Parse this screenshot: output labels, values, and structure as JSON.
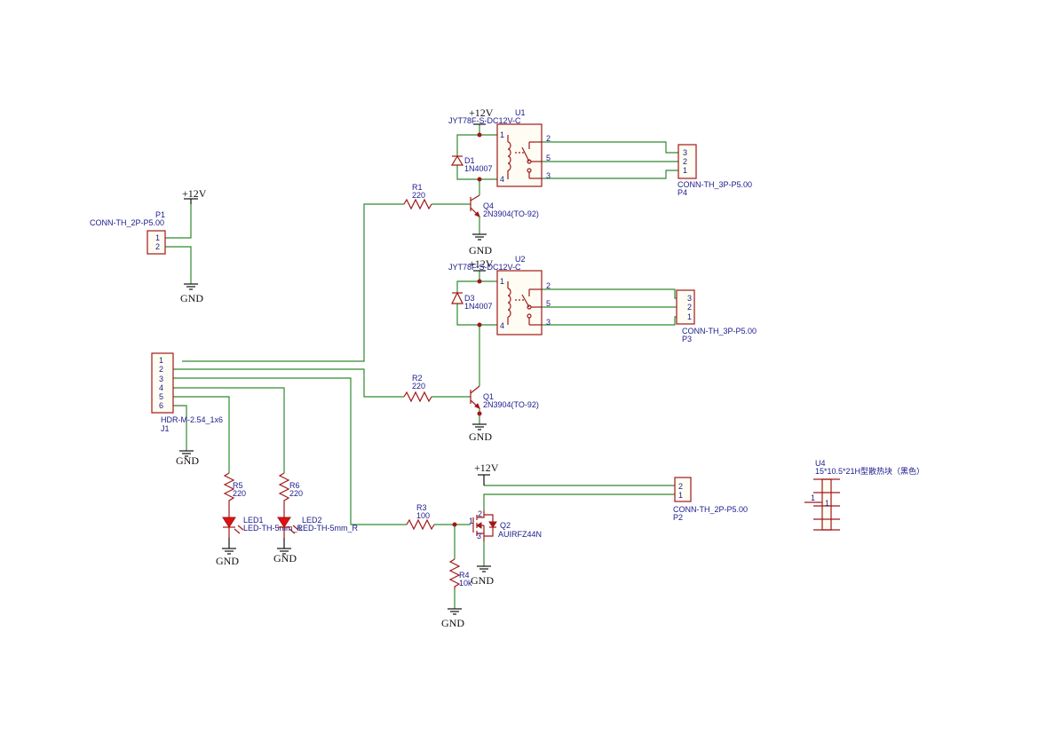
{
  "power": {
    "v12": "+12V",
    "gnd": "GND"
  },
  "P1": {
    "ref": "P1",
    "value": "CONN-TH_2P-P5.00",
    "pins": [
      "1",
      "2"
    ]
  },
  "U1": {
    "ref": "U1",
    "value": "JYT78F-S-DC12V-C",
    "pins": [
      "1",
      "4",
      "2",
      "5",
      "3"
    ]
  },
  "D1": {
    "ref": "D1",
    "value": "1N4007"
  },
  "P4": {
    "ref": "P4",
    "value": "CONN-TH_3P-P5.00",
    "pins": [
      "3",
      "2",
      "1"
    ]
  },
  "R1": {
    "ref": "R1",
    "value": "220"
  },
  "Q4": {
    "ref": "Q4",
    "value": "2N3904(TO-92)"
  },
  "U2": {
    "ref": "U2",
    "value": "JYT78F-S-DC12V-C",
    "pins": [
      "1",
      "4",
      "2",
      "5",
      "3"
    ]
  },
  "D3": {
    "ref": "D3",
    "value": "1N4007"
  },
  "P3": {
    "ref": "P3",
    "value": "CONN-TH_3P-P5.00",
    "pins": [
      "3",
      "2",
      "1"
    ]
  },
  "R2": {
    "ref": "R2",
    "value": "220"
  },
  "Q1": {
    "ref": "Q1",
    "value": "2N3904(TO-92)"
  },
  "J1": {
    "ref": "J1",
    "value": "HDR-M-2.54_1x6",
    "pins": [
      "1",
      "2",
      "3",
      "4",
      "5",
      "6"
    ]
  },
  "R5": {
    "ref": "R5",
    "value": "220"
  },
  "R6": {
    "ref": "R6",
    "value": "220"
  },
  "LED1": {
    "ref": "LED1",
    "value": "LED-TH-5mm_R"
  },
  "LED2": {
    "ref": "LED2",
    "value": "LED-TH-5mm_R"
  },
  "R3": {
    "ref": "R3",
    "value": "100"
  },
  "R4": {
    "ref": "R4",
    "value": "10k"
  },
  "Q2": {
    "ref": "Q2",
    "value": "AUIRFZ44N",
    "pins": [
      "1",
      "2",
      "3"
    ]
  },
  "P2": {
    "ref": "P2",
    "value": "CONN-TH_2P-P5.00",
    "pins": [
      "2",
      "1"
    ]
  },
  "U4": {
    "ref": "U4",
    "value": "15*10.5*21H型散热块（黑色）",
    "pins": [
      "1",
      "1"
    ]
  }
}
